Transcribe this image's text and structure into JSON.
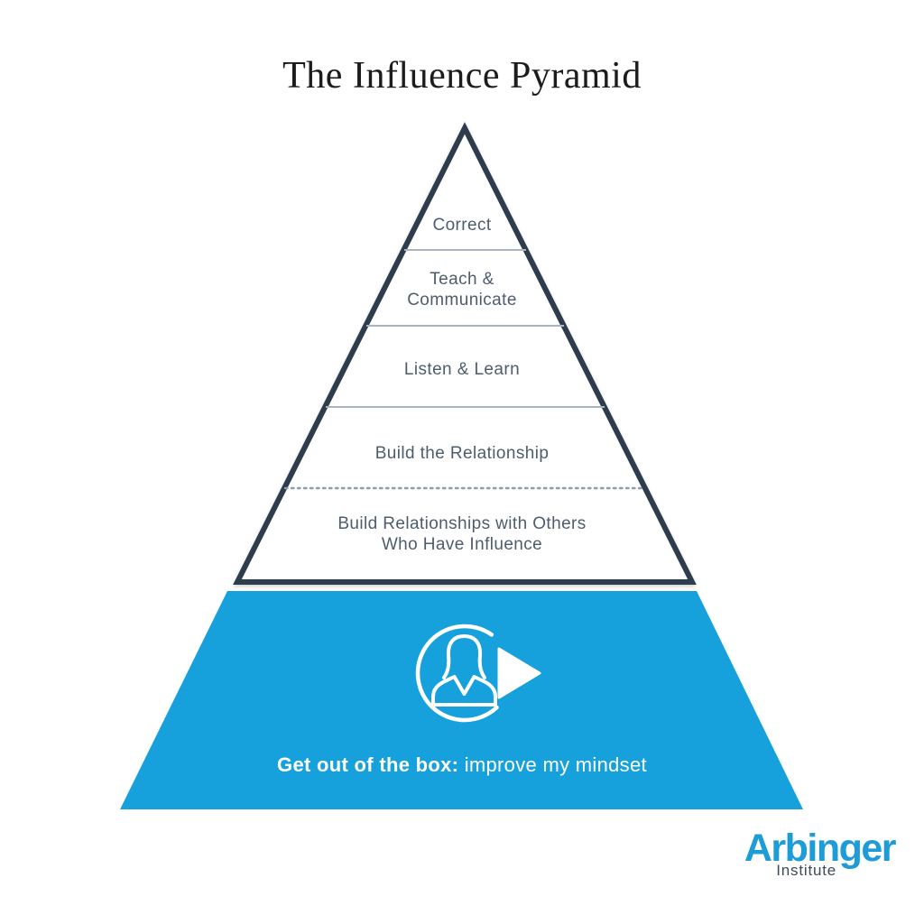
{
  "title": "The Influence Pyramid",
  "pyramid": {
    "levels": [
      {
        "label": "Correct"
      },
      {
        "label": "Teach &\nCommunicate"
      },
      {
        "label": "Listen & Learn"
      },
      {
        "label": "Build the Relationship"
      },
      {
        "label": "Build Relationships with Others\nWho Have Influence"
      }
    ]
  },
  "base": {
    "icon": "person-play-icon",
    "caption_bold": "Get out of the box:",
    "caption_regular": " improve my mindset"
  },
  "logo": {
    "name": "Arbinger",
    "subtitle": "Institute"
  },
  "colors": {
    "accent_blue": "#17A1DC",
    "outline_navy": "#2E3D4D",
    "divider_gray": "#A9B5C2",
    "dotted_gray": "#8D9BAA",
    "level_text": "#4E5D6D",
    "logo_blue": "#1E9CD8",
    "logo_gray": "#3E4A58"
  }
}
